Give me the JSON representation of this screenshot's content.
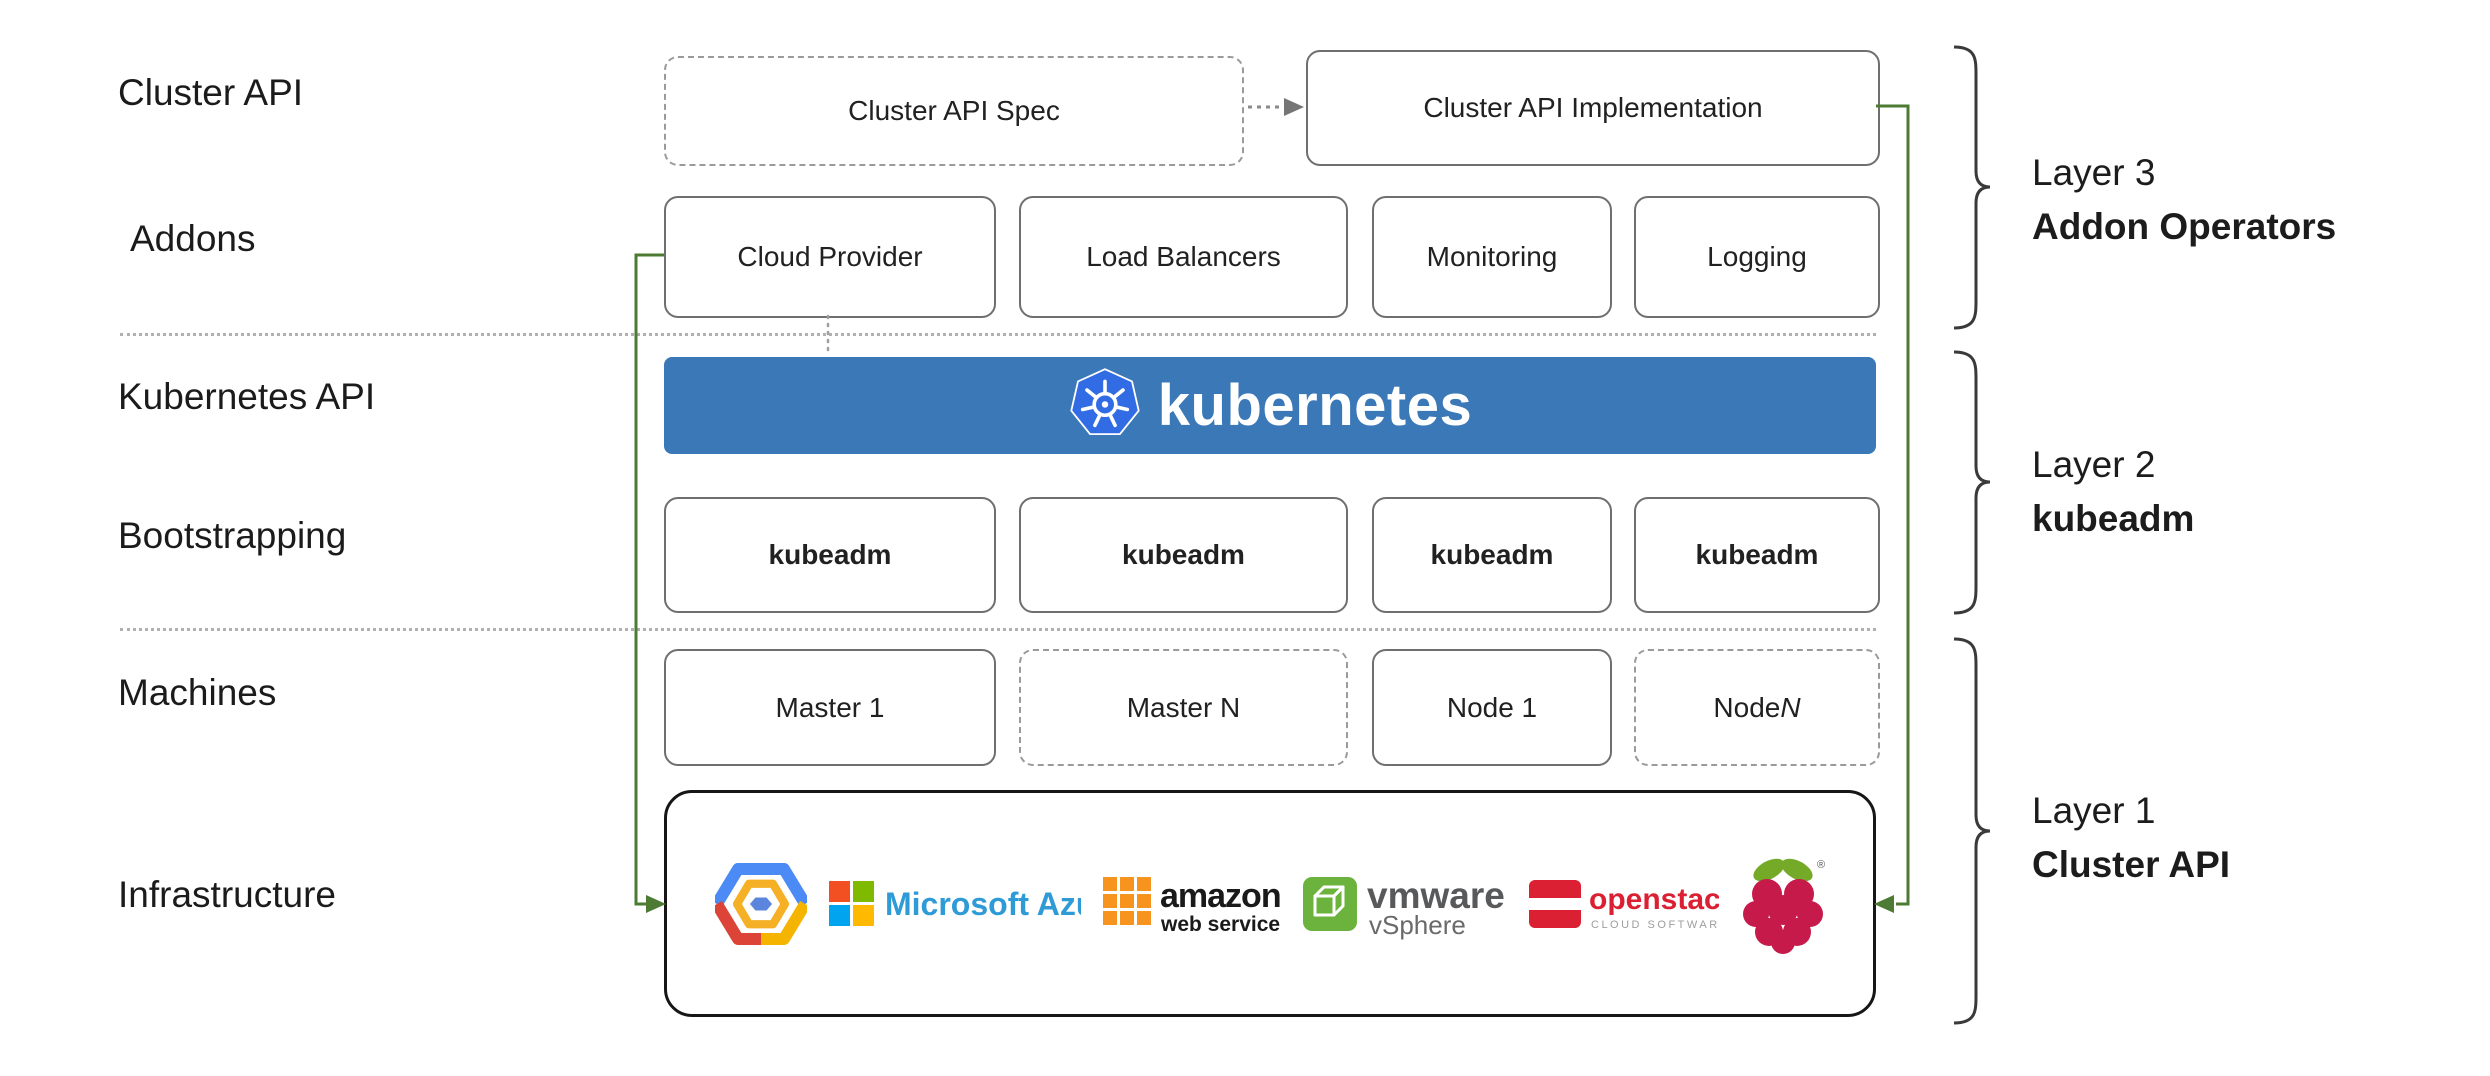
{
  "row_labels": {
    "cluster_api": "Cluster API",
    "addons": "Addons",
    "kubernetes_api": "Kubernetes API",
    "bootstrapping": "Bootstrapping",
    "machines": "Machines",
    "infrastructure": "Infrastructure"
  },
  "cluster_api_row": {
    "spec_label": "Cluster API Spec",
    "implementation_label": "Cluster API Implementation"
  },
  "addons_row": {
    "items": [
      "Cloud Provider",
      "Load Balancers",
      "Monitoring",
      "Logging"
    ]
  },
  "kubernetes_banner": {
    "wordmark": "kubernetes"
  },
  "bootstrapping_row": {
    "items": [
      "kubeadm",
      "kubeadm",
      "kubeadm",
      "kubeadm"
    ]
  },
  "machines_row": {
    "items": [
      {
        "label": "Master 1"
      },
      {
        "label": "Master N"
      },
      {
        "label": "Node 1"
      },
      {
        "label": "Node ",
        "italic_suffix": "N"
      }
    ]
  },
  "infrastructure_row": {
    "azure": {
      "wordmark": "Microsoft Azure"
    },
    "aws": {
      "wordmark": "amazon",
      "subtext": "web services"
    },
    "vmware": {
      "wordmark": "vmware",
      "subtext": "vSphere"
    },
    "openstack": {
      "wordmark": "openstack",
      "subtext": "CLOUD SOFTWARE"
    }
  },
  "layer_annotations": [
    {
      "line1": "Layer 3",
      "line2": "Addon Operators"
    },
    {
      "line1": "Layer 2",
      "line2": "kubeadm"
    },
    {
      "line1": "Layer 1",
      "line2": "Cluster API"
    }
  ],
  "colors": {
    "kubernetes_banner_blue": "#3B78B7",
    "kubernetes_logo_blue": "#326CE5",
    "connector_green": "#4E7B34",
    "box_border_gray": "#6F6F6F",
    "dashed_gray": "#9A9A9A",
    "azure_blue": "#2E9BD6",
    "aws_orange": "#F79420",
    "vmware_green": "#6CB33E",
    "openstack_red": "#DA2032",
    "raspberry_red": "#C51A4A",
    "leaf_green": "#75A928"
  }
}
